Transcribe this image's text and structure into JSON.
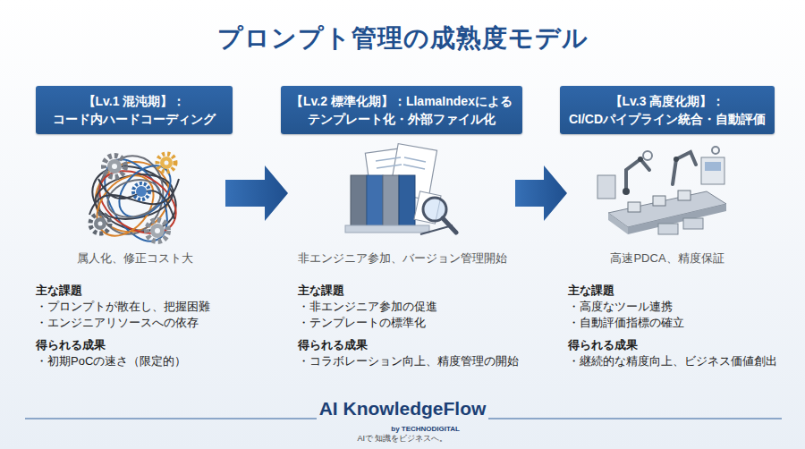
{
  "diagram": {
    "title": "プロンプト管理の成熟度モデル",
    "nodes": [
      {
        "text": [
          "【Lv.1 混沌期】： コード内ハードコーディング"
        ]
      },
      {
        "text": [
          "【Lv.2 標準化期】：LlamaIndexによる テンプレート化・外部ファイル化"
        ]
      },
      {
        "text": [
          "【Lv.3 高度化期】： CI/CDパイプライン統合・自動評価"
        ]
      }
    ],
    "edges": [
      {
        "from": 0,
        "to": 1,
        "arrow": "to"
      },
      {
        "from": 1,
        "to": 2,
        "arrow": "to"
      }
    ],
    "labels": [
      "属人化、修正コスト大",
      "主な課題",
      "・プロンプトが散在し、把握困難",
      "・エンジニアリソースへの依存",
      "得られる成果",
      "・初期PoCの速さ（限定的）",
      "非エンジニア参加、バージョン管理開始",
      "主な課題",
      "・非エンジニア参加の促進",
      "・テンプレートの標準化",
      "得られる成果",
      "・コラボレーション向上、精度管理の開始",
      "高速PDCA、精度保証",
      "主な課題",
      "・高度なツール連携",
      "・自動評価指標の確立",
      "得られる成果",
      "・継続的な精度向上、ビジネス価値創出",
      "AI KnowledgeFlow",
      "by TECHNODIGITAL",
      "AIで 知識をビジネスへ。"
    ]
  }
}
